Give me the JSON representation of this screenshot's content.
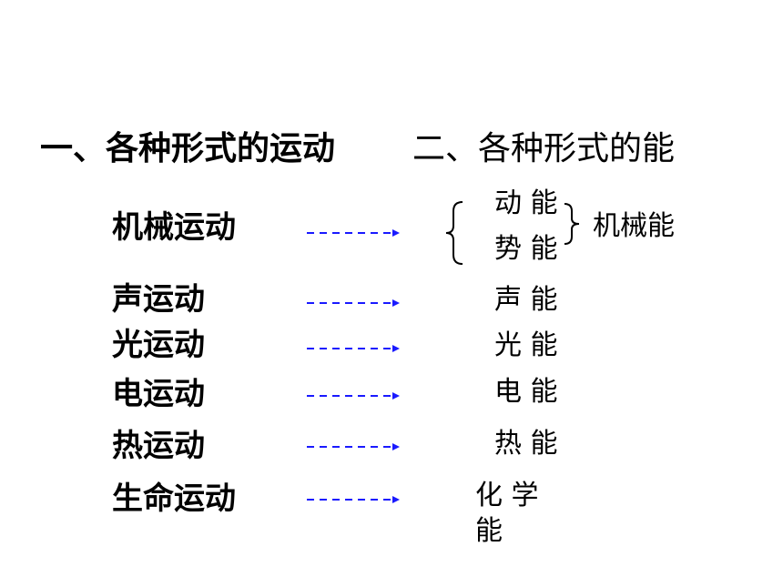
{
  "headings": {
    "motions": "一、各种形式的运动",
    "energies": "二、各种形式的能"
  },
  "motions": [
    "机械运动",
    "声运动",
    "光运动",
    "电运动",
    "热运动",
    "生命运动"
  ],
  "mechanical_energy": {
    "kinetic": "动 能",
    "potential": "势 能",
    "total": "机械能"
  },
  "energies": [
    "声 能",
    "光 能",
    "电 能",
    "热 能"
  ],
  "chemical_energy": {
    "line1": "化 学",
    "line2": "能"
  },
  "colors": {
    "arrow": "#1a1aff"
  }
}
